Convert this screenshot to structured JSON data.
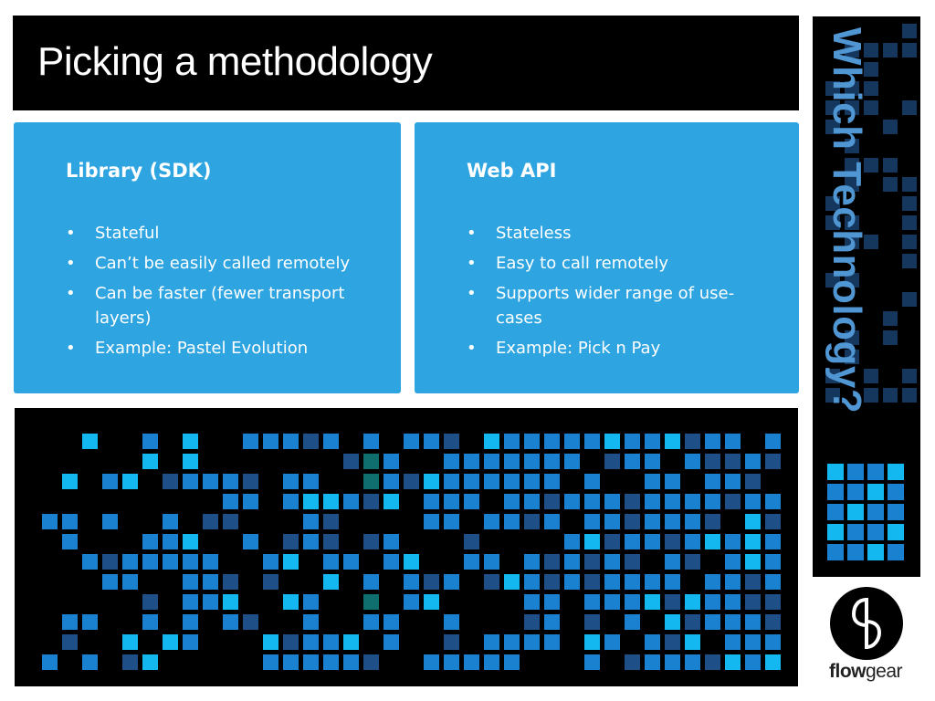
{
  "slide": {
    "title": "Picking a methodology",
    "side_title": "Which Technology?"
  },
  "cards": [
    {
      "heading": "Library (SDK)",
      "bullets": [
        "Stateful",
        "Can’t be easily called remotely",
        "Can be faster (fewer transport layers)",
        "Example: Pastel Evolution"
      ]
    },
    {
      "heading": "Web API",
      "bullets": [
        "Stateless",
        "Easy to call remotely",
        "Supports  wider range of use-cases",
        "Example: Pick n Pay"
      ]
    }
  ],
  "logo": {
    "brand_bold": "flow",
    "brand_light": "gear"
  },
  "colors": {
    "card_blue": "#2ea4e0",
    "side_text_blue": "#4f96d3",
    "pixel_blue": "#1a80d0",
    "pixel_cyan": "#14b8f0",
    "pixel_dim": "#1e4f86",
    "pixel_teal": "#0f6e6e"
  },
  "bullet_glyph": "•"
}
